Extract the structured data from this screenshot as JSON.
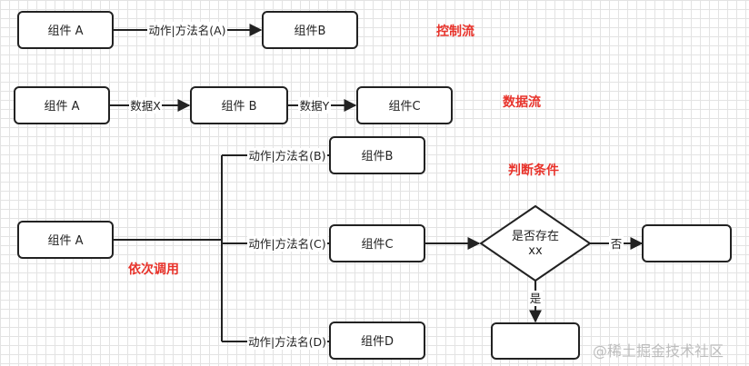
{
  "colors": {
    "note": "#e8332b",
    "stroke": "#222222",
    "watermark": "#bdbdbd"
  },
  "nodes": {
    "control_a": "组件 A",
    "control_b": "组件B",
    "data_a": "组件 A",
    "data_b": "组件 B",
    "data_c": "组件C",
    "seq_a": "组件 A",
    "seq_b": "组件B",
    "seq_c": "组件C",
    "seq_d": "组件D",
    "decision_line1": "是否存在",
    "decision_line2": "xx",
    "result_no": "",
    "result_yes": ""
  },
  "edges": {
    "control_ab": "动作|方法名(A)",
    "data_ab": "数据X",
    "data_bc": "数据Y",
    "seq_b": "动作|方法名(B)",
    "seq_c": "动作|方法名(C)",
    "seq_d": "动作|方法名(D)",
    "decision_no": "否",
    "decision_yes": "是"
  },
  "notes": {
    "control_flow": "控制流",
    "data_flow": "数据流",
    "condition": "判断条件",
    "sequential": "依次调用"
  },
  "watermark": "@稀土掘金技术社区"
}
